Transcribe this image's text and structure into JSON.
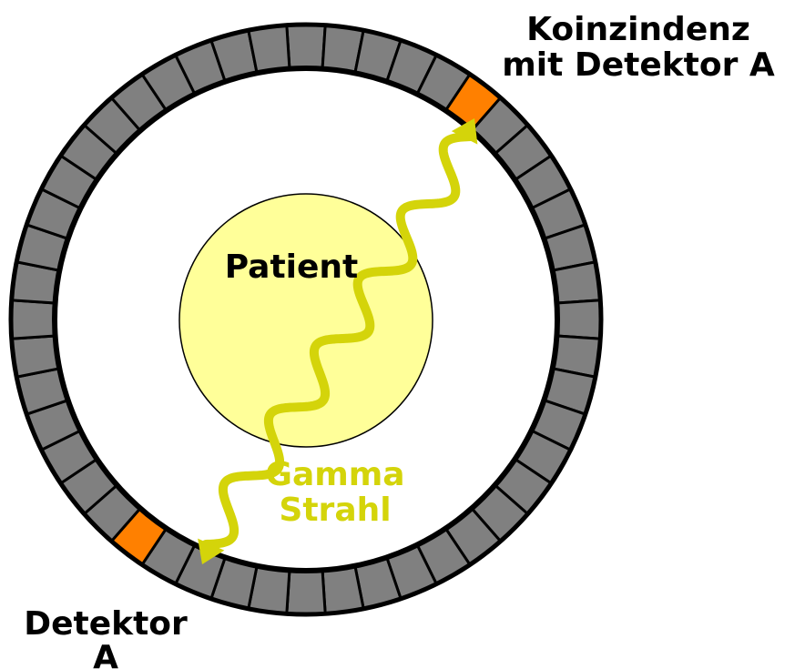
{
  "labels": {
    "patient": "Patient",
    "gamma_line1": "Gamma",
    "gamma_line2": "Strahl",
    "coincidence_line1": "Koinzindenz",
    "coincidence_line2": "mit Detektor A",
    "detector_line1": "Detektor",
    "detector_line2": "A"
  },
  "ring": {
    "detector_count": 48,
    "active_detectors": [
      "coincidence",
      "detector-a"
    ]
  },
  "colors": {
    "detector": "#808080",
    "detector_active": "#ff8000",
    "outline": "#000000",
    "patient_fill": "#ffff99",
    "gamma": "#d4d40a",
    "background": "#ffffff"
  }
}
